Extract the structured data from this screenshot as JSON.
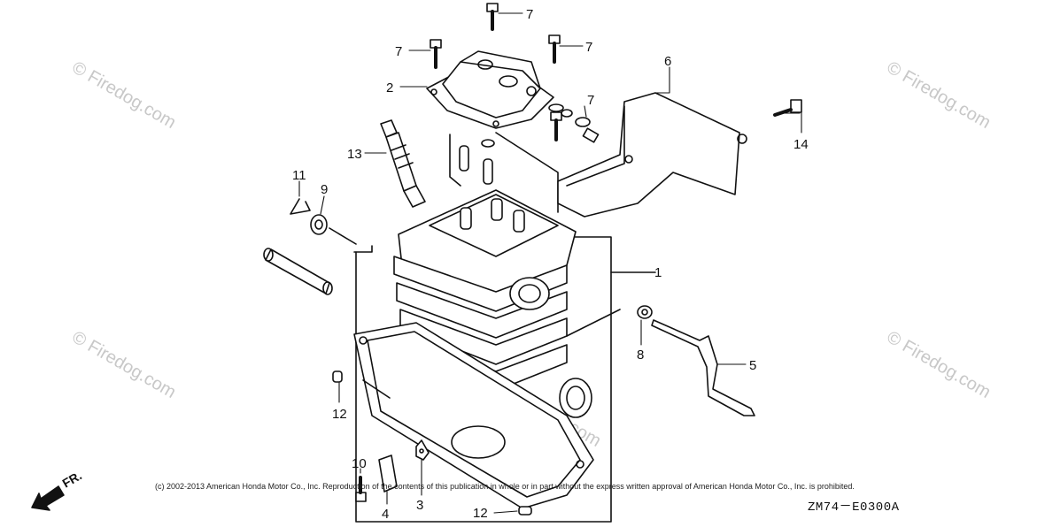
{
  "callouts": [
    {
      "id": "7a",
      "text": "7"
    },
    {
      "id": "7b",
      "text": "7"
    },
    {
      "id": "7c",
      "text": "7"
    },
    {
      "id": "7d",
      "text": "7"
    },
    {
      "id": "2",
      "text": "2"
    },
    {
      "id": "6",
      "text": "6"
    },
    {
      "id": "13",
      "text": "13"
    },
    {
      "id": "14",
      "text": "14"
    },
    {
      "id": "11",
      "text": "11"
    },
    {
      "id": "9",
      "text": "9"
    },
    {
      "id": "1",
      "text": "1"
    },
    {
      "id": "8",
      "text": "8"
    },
    {
      "id": "5",
      "text": "5"
    },
    {
      "id": "12a",
      "text": "12"
    },
    {
      "id": "12b",
      "text": "12"
    },
    {
      "id": "10",
      "text": "10"
    },
    {
      "id": "4",
      "text": "4"
    },
    {
      "id": "3",
      "text": "3"
    }
  ],
  "watermark": "© Firedog.com",
  "copyright": "(c) 2002-2013 American Honda Motor Co., Inc. Reproduction of the contents of this publication in whole or in part without the express written approval of American Honda Motor Co., Inc. is prohibited.",
  "diagram_code": "ZM74－E0300A",
  "direction_label": "FR."
}
